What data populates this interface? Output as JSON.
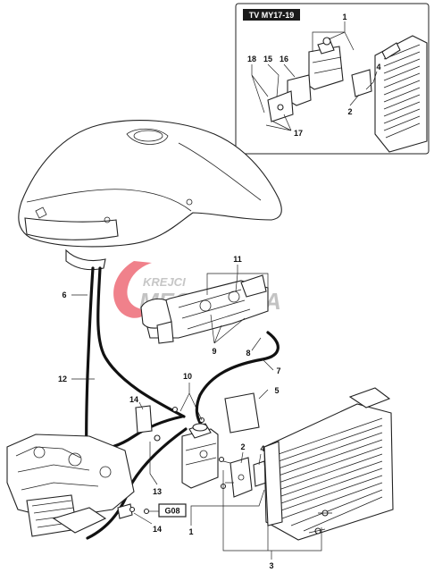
{
  "inset": {
    "title": "TV MY17-19",
    "callouts": [
      "1",
      "15",
      "16",
      "18",
      "4",
      "2",
      "17"
    ]
  },
  "callouts": [
    "11",
    "6",
    "9",
    "8",
    "7",
    "12",
    "10",
    "5",
    "14",
    "2",
    "4",
    "13",
    "1",
    "14",
    "3"
  ],
  "reference_box": "G08",
  "watermark": {
    "line1": "KREJCI",
    "line2": "MECHANICA",
    "accent_color": "#e8394a",
    "text_color": "#b9b9b9"
  }
}
